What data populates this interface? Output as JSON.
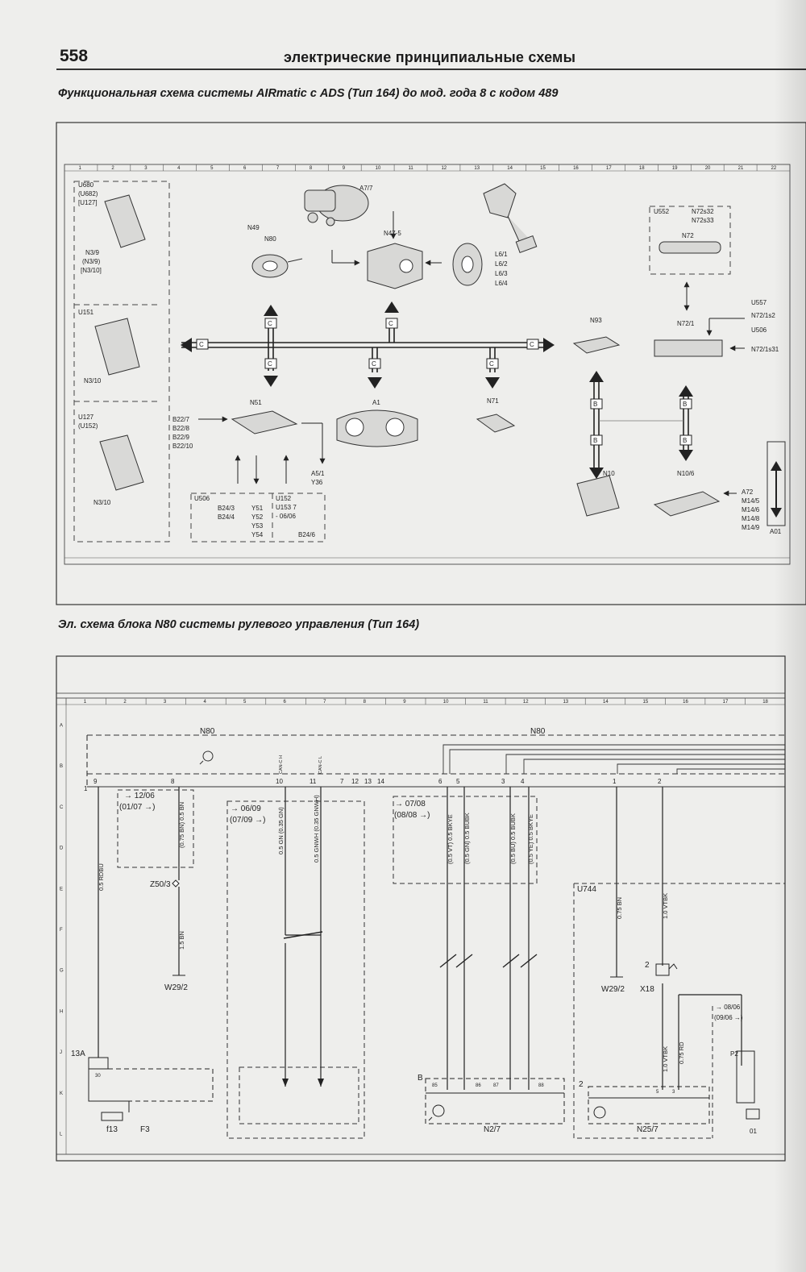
{
  "page": {
    "number": "558",
    "title": "электрические принципиальные схемы"
  },
  "top_figure": {
    "caption": "Функциональная схема системы AIRmatic с ADS (Тип 164) до мод. года 8 с кодом 489",
    "column_ticks": [
      "1",
      "2",
      "3",
      "4",
      "5",
      "6",
      "7",
      "8",
      "9",
      "10",
      "11",
      "12",
      "13",
      "14",
      "15",
      "16",
      "17",
      "18",
      "19",
      "20",
      "21",
      "22"
    ],
    "left_groups": [
      {
        "codes": [
          "U680",
          "(U682)",
          "[U127]"
        ],
        "parts": [
          "N3/9",
          "(N3/9)",
          "[N3/10]"
        ]
      },
      {
        "codes": [
          "U151"
        ],
        "parts": [
          "N3/10"
        ]
      },
      {
        "codes": [
          "U127",
          "(U152)"
        ],
        "parts": [
          "N3/10"
        ]
      }
    ],
    "bus_letter": "C",
    "bus2_letter": "B",
    "labels": {
      "a7_7": "A7/7",
      "n49": "N49",
      "n80": "N80",
      "n47_5": "N47-5",
      "l6": [
        "L6/1",
        "L6/2",
        "L6/3",
        "L6/4"
      ],
      "u552": "U552",
      "n72s": [
        "N72s32",
        "N72s33"
      ],
      "n72": "N72",
      "u557": "U557",
      "n72_1s2": "N72/1s2",
      "u506r": "U506",
      "n72_1s31": "N72/1s31",
      "n93": "N93",
      "n72_1": "N72/1",
      "n51": "N51",
      "a1": "A1",
      "n71": "N71",
      "b22": [
        "B22/7",
        "B22/8",
        "B22/9",
        "B22/10"
      ],
      "a5_1": [
        "A5/1",
        "Y36"
      ],
      "u506": "U506",
      "b24": [
        "B24/3",
        "B24/4"
      ],
      "y5": [
        "Y51",
        "Y52",
        "Y53",
        "Y54"
      ],
      "u152": [
        "U152",
        "U153 7",
        "- 06/06"
      ],
      "b24_6": "B24/6",
      "n10": "N10",
      "n10_6": "N10/6",
      "a72": [
        "A72",
        "M14/5",
        "M14/6",
        "M14/8",
        "M14/9"
      ],
      "a01": "A01"
    }
  },
  "bottom_figure": {
    "caption": "Эл. схема блока N80 системы рулевого управления (Тип 164)",
    "column_ticks": [
      "1",
      "2",
      "3",
      "4",
      "5",
      "6",
      "7",
      "8",
      "9",
      "10",
      "11",
      "12",
      "13",
      "14",
      "15",
      "16",
      "17",
      "18"
    ],
    "row_ticks": [
      "A",
      "B",
      "C",
      "D",
      "E",
      "F",
      "G",
      "H",
      "J",
      "K",
      "L"
    ],
    "n80_left": "N80",
    "n80_right": "N80",
    "pins": [
      "9",
      "8",
      "10",
      "11",
      "7",
      "12",
      "13",
      "14",
      "6",
      "5",
      "3",
      "4",
      "1",
      "2"
    ],
    "pin_labels": [
      "CAN-C H",
      "CAN-C L"
    ],
    "wires": {
      "robu": "0.5 RDBU",
      "bn": "(0.75 BN) 0.5 BN",
      "gn": "0.5 GN (0.35 GN)",
      "gnwh": "0.5 GNWH (0.35 GNWH)",
      "vt": "(0.5 VT) 0.5 BKYE",
      "gnbk": "(0.5 GN) 0.5 BUBK",
      "bu": "(0.5 BU) 0.5 BUBK",
      "ye": "(0.5 YE) 0.5 BKYE",
      "bn15": "1.5 BN",
      "bn075": "0.75 BN",
      "vtbk": "1.0 VTBK",
      "vtbk2": "1.0 VTBK",
      "rd": "0.75 RD"
    },
    "notes": {
      "n1": [
        "→ 12/06",
        "(01/07 →)"
      ],
      "n2": [
        "→ 06/09",
        "(07/09 →)"
      ],
      "n3": [
        "→ 07/08",
        "(08/08 →)"
      ],
      "n4": [
        "→ 08/06",
        "(09/06 →)"
      ]
    },
    "labels": {
      "z50": "Z50/3",
      "w29a": "W29/2",
      "w29b": "W29/2",
      "x18": "X18",
      "f13a": "13A",
      "f13": "f13",
      "f3": "F3",
      "u744": "U744",
      "n2_7": "N2/7",
      "n25_7": "N25/7",
      "p2": "P2",
      "b": "B",
      "two": "2",
      "one": "1",
      "pin30": "30",
      "pins_n2": [
        "85",
        "86",
        "87",
        "88"
      ],
      "pins_n25": [
        "5",
        "3"
      ],
      "d1": "01"
    }
  }
}
